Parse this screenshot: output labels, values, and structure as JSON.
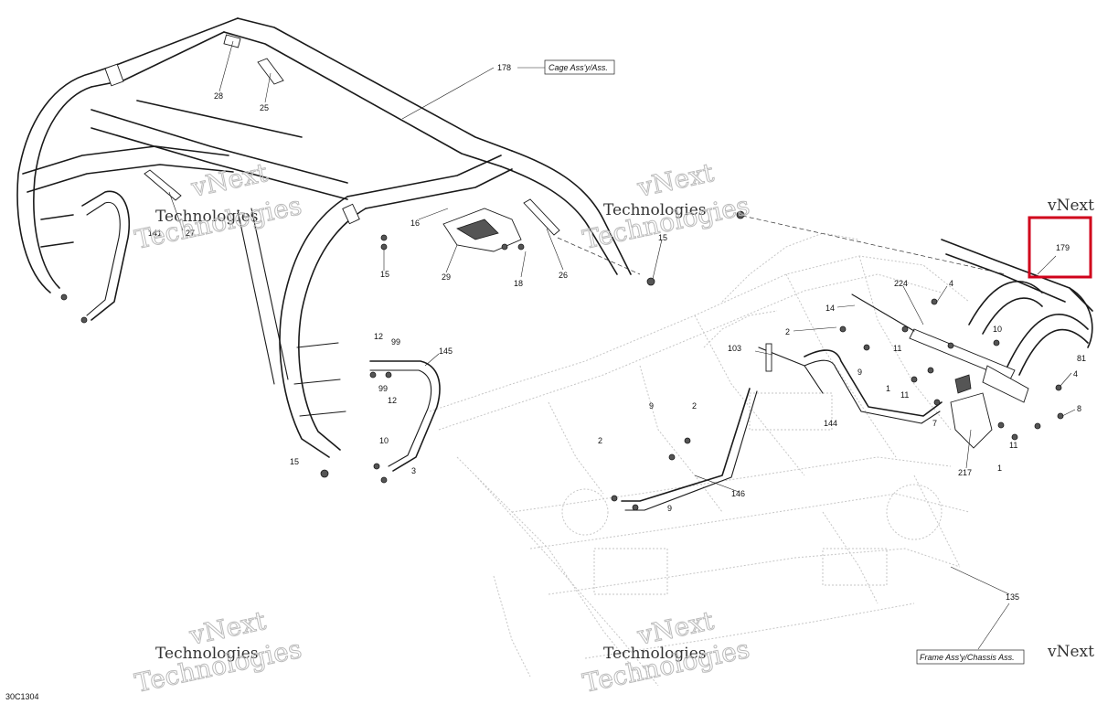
{
  "drawing_id": "30C1304",
  "watermark": {
    "line1": "vNext",
    "line2": "Technologies",
    "line3": "Technologies",
    "partial_right": "vNext T"
  },
  "boxed_labels": {
    "cage": "Cage Ass'y/Ass.",
    "frame": "Frame Ass'y/Chassis Ass."
  },
  "highlight": {
    "label": "179",
    "color": "#d0021b"
  },
  "callouts": [
    {
      "id": "c178",
      "text": "178"
    },
    {
      "id": "c28",
      "text": "28"
    },
    {
      "id": "c25",
      "text": "25"
    },
    {
      "id": "c27",
      "text": "27"
    },
    {
      "id": "c141",
      "text": "141"
    },
    {
      "id": "c16",
      "text": "16"
    },
    {
      "id": "c15a",
      "text": "15"
    },
    {
      "id": "c29",
      "text": "29"
    },
    {
      "id": "c18",
      "text": "18"
    },
    {
      "id": "c26",
      "text": "26"
    },
    {
      "id": "c15b",
      "text": "15"
    },
    {
      "id": "c12a",
      "text": "12"
    },
    {
      "id": "c99a",
      "text": "99"
    },
    {
      "id": "c99b",
      "text": "99"
    },
    {
      "id": "c12b",
      "text": "12"
    },
    {
      "id": "c145",
      "text": "145"
    },
    {
      "id": "c10a",
      "text": "10"
    },
    {
      "id": "c15c",
      "text": "15"
    },
    {
      "id": "c3",
      "text": "3"
    },
    {
      "id": "c224",
      "text": "224"
    },
    {
      "id": "c4a",
      "text": "4"
    },
    {
      "id": "c14",
      "text": "14"
    },
    {
      "id": "c10b",
      "text": "10"
    },
    {
      "id": "c2a",
      "text": "2"
    },
    {
      "id": "c11a",
      "text": "11"
    },
    {
      "id": "c103",
      "text": "103"
    },
    {
      "id": "c9a",
      "text": "9"
    },
    {
      "id": "c81",
      "text": "81"
    },
    {
      "id": "c4b",
      "text": "4"
    },
    {
      "id": "c1a",
      "text": "1"
    },
    {
      "id": "c11b",
      "text": "11"
    },
    {
      "id": "c8",
      "text": "8"
    },
    {
      "id": "c9b",
      "text": "9"
    },
    {
      "id": "c2b",
      "text": "2"
    },
    {
      "id": "c144",
      "text": "144"
    },
    {
      "id": "c7",
      "text": "7"
    },
    {
      "id": "c2c",
      "text": "2"
    },
    {
      "id": "c11c",
      "text": "11"
    },
    {
      "id": "c1b",
      "text": "1"
    },
    {
      "id": "c146",
      "text": "146"
    },
    {
      "id": "c217",
      "text": "217"
    },
    {
      "id": "c9c",
      "text": "9"
    },
    {
      "id": "c135",
      "text": "135"
    }
  ]
}
